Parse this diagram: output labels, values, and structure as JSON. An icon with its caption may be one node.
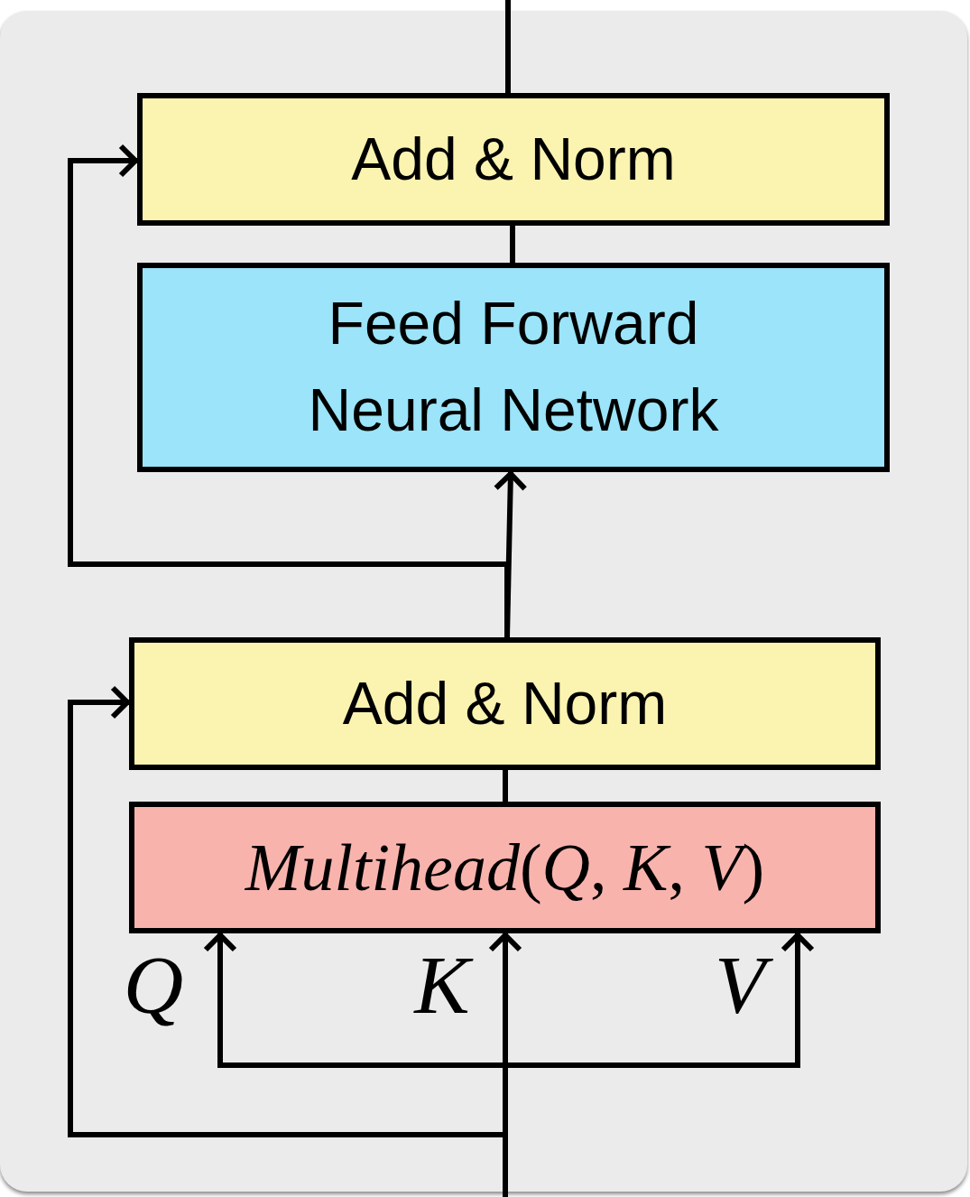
{
  "diagram": {
    "nodes": [
      {
        "text": [
          "Add & Norm"
        ]
      },
      {
        "text": [
          "Feed Forward Neural Network"
        ]
      },
      {
        "text": [
          "Add & Norm"
        ]
      },
      {
        "text": [
          "*Multihead*(*Q*, *K*, *V*)"
        ]
      }
    ],
    "edges": [
      {
        "from": 0,
        "to": null,
        "arrow": "none"
      },
      {
        "from": 1,
        "to": 0,
        "arrow": "none"
      },
      {
        "from": 2,
        "to": 1,
        "arrow": "to"
      },
      {
        "from": 2,
        "to": 0,
        "arrow": "to"
      },
      {
        "from": 3,
        "to": 2,
        "arrow": "none"
      },
      {
        "from": null,
        "to": 3,
        "arrow": "to"
      },
      {
        "from": null,
        "to": 3,
        "arrow": "to"
      },
      {
        "from": null,
        "to": 3,
        "arrow": "to"
      },
      {
        "from": null,
        "to": 2,
        "arrow": "to"
      }
    ],
    "labels": [
      "Q",
      "K",
      "V"
    ]
  }
}
